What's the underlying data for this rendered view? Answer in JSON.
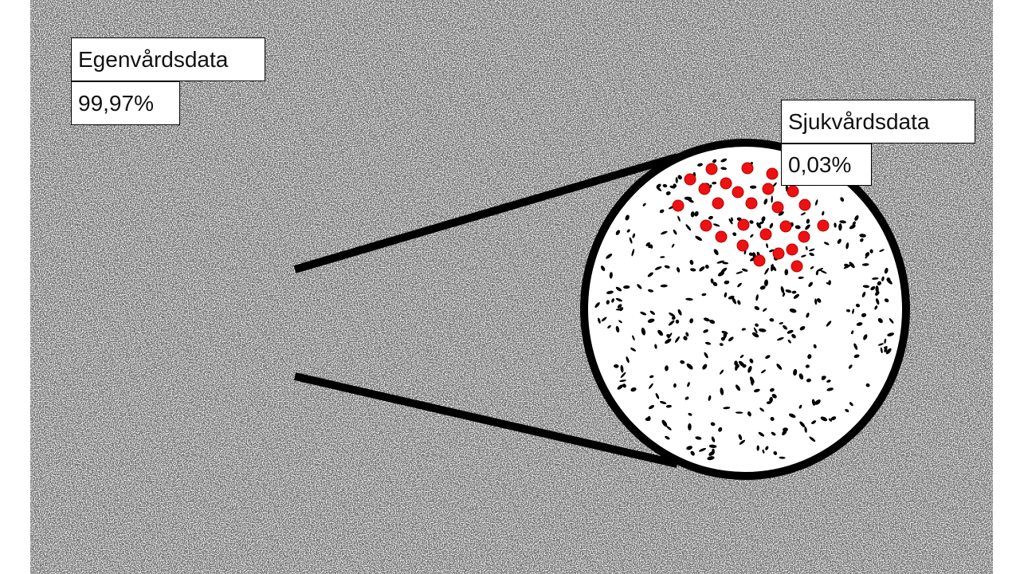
{
  "self_care": {
    "label": "Egenvårdsdata",
    "percent": "99,97%"
  },
  "health_care": {
    "label": "Sjukvårdsdata",
    "percent": "0,03%"
  },
  "colors": {
    "outline": "#000000",
    "highlight_dots": "#ee1111",
    "label_background": "#ffffff"
  }
}
